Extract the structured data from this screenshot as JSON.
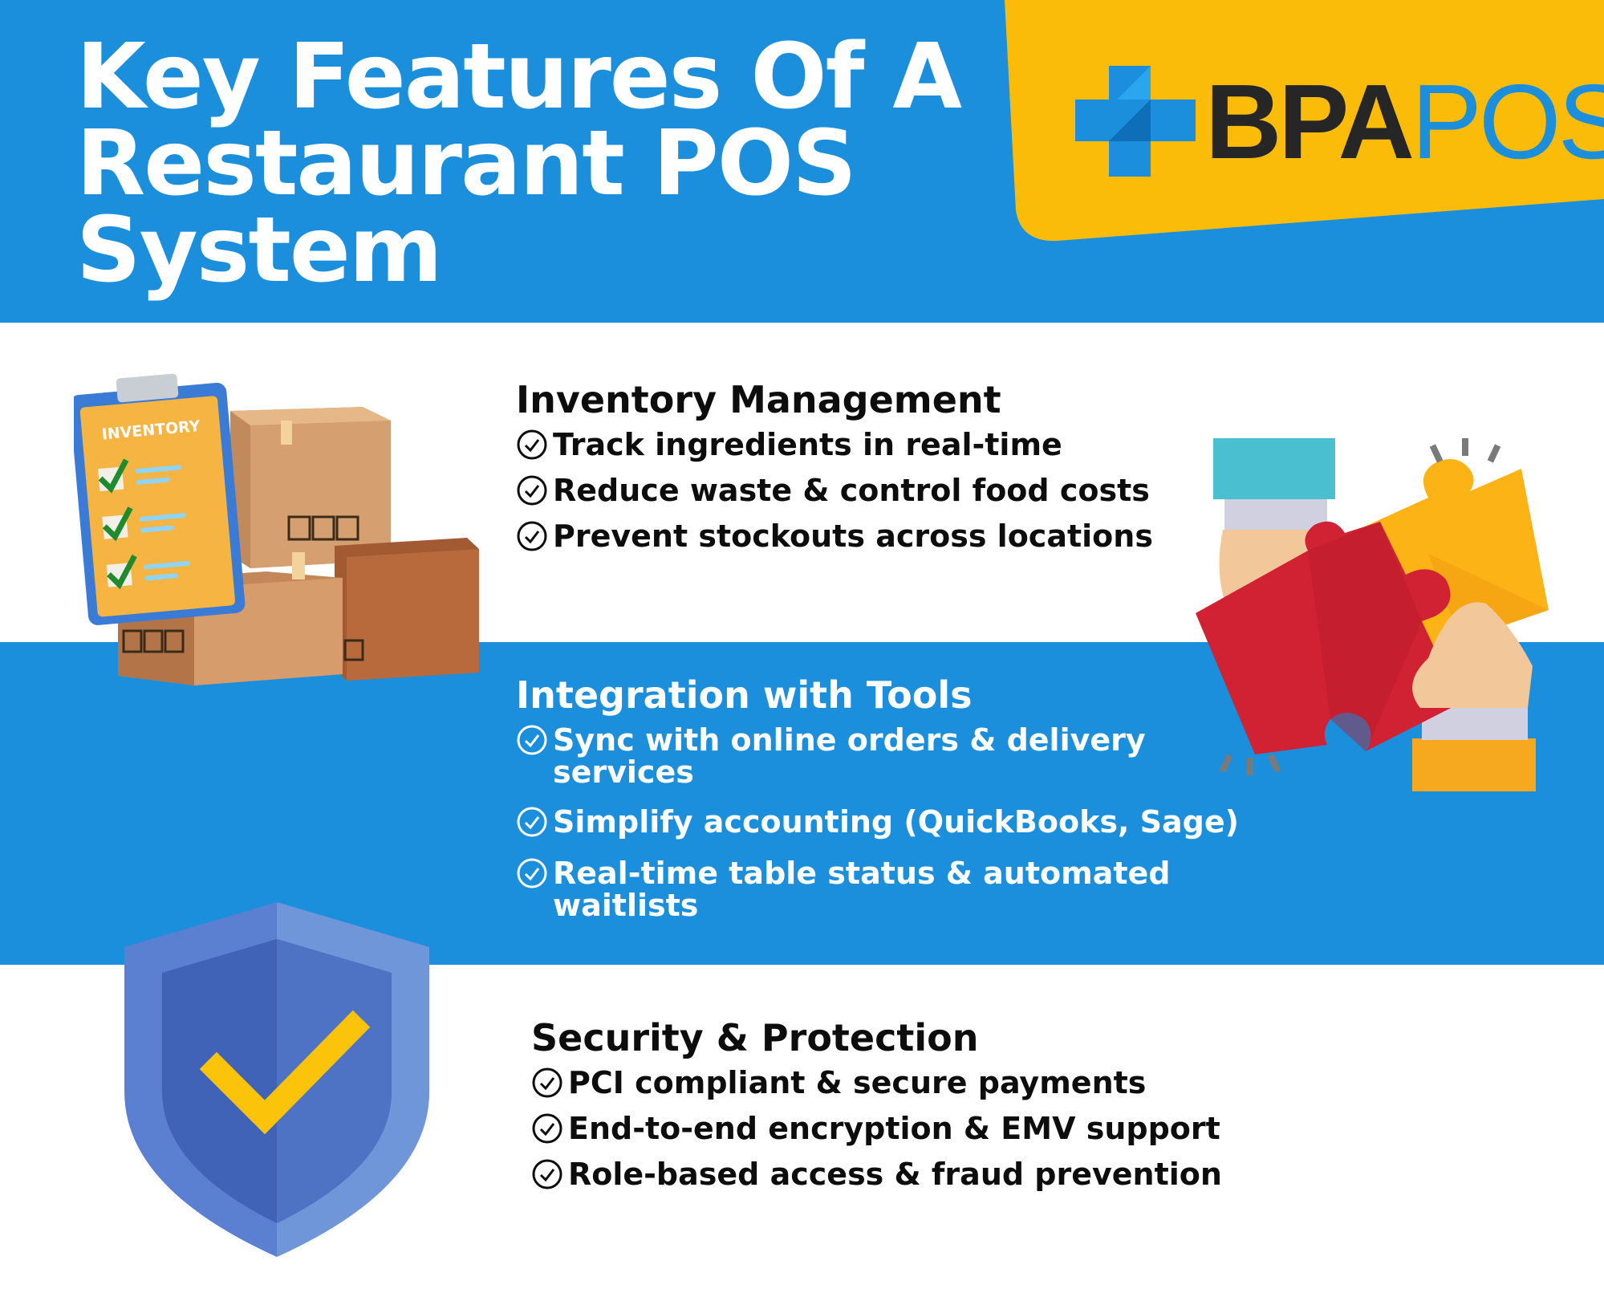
{
  "header": {
    "title": "Key Features Of A Restaurant POS System",
    "logo_bold": "BPA",
    "logo_light": "POS"
  },
  "colors": {
    "primary_blue": "#1b8fdc",
    "logo_yellow": "#fbbc09",
    "text_dark": "#0d0d0d"
  },
  "inventory": {
    "heading": "Inventory Management",
    "clipboard_label": "INVENTORY",
    "items": [
      "Track ingredients in real-time",
      "Reduce waste & control food costs",
      "Prevent stockouts across locations"
    ]
  },
  "integration": {
    "heading": "Integration with Tools",
    "items": [
      "Sync with online orders & delivery services",
      "Simplify accounting (QuickBooks, Sage)",
      "Real-time table status & automated waitlists"
    ]
  },
  "security": {
    "heading": "Security & Protection",
    "items": [
      "PCI compliant & secure payments",
      "End-to-end encryption & EMV support",
      "Role-based access & fraud prevention"
    ]
  },
  "icons": {
    "check": "check-circle-icon",
    "inventory": "inventory-boxes-icon",
    "integration": "puzzle-hands-icon",
    "security": "shield-check-icon",
    "logo": "plus-cross-logo-icon"
  }
}
